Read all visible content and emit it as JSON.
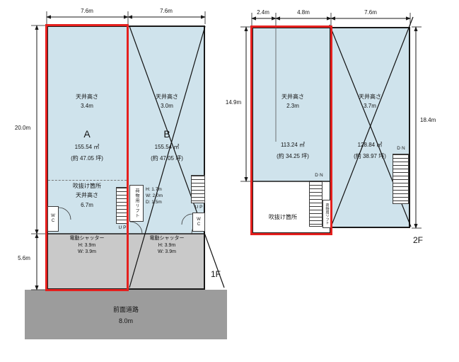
{
  "colors": {
    "floor_fill": "#cfe3ec",
    "void_fill": "#ffffff",
    "shutter_fill": "#c9c9c9",
    "road_fill": "#9c9c9c",
    "red_outline": "#e5201e",
    "line": "#1a1a1a"
  },
  "floor1": {
    "label": "1F",
    "dims": {
      "top_a": "7.6m",
      "top_b": "7.6m",
      "left_total": "20.0m",
      "left_lower": "5.6m"
    },
    "road": {
      "label": "前面道路",
      "value": "8.0m"
    },
    "unit_a": {
      "ceiling_label": "天井高さ",
      "ceiling_value": "3.4m",
      "name": "A",
      "area": "155.54 ㎡",
      "area_tsubo": "(約 47.05 坪)",
      "void_label": "吹抜け箇所",
      "void_ceiling_label": "天井高さ",
      "void_ceiling_value": "6.7m",
      "wc": "WC",
      "stairs": "UP",
      "shutter_label": "電動シャッター",
      "shutter_h": "H: 3.9m",
      "shutter_w": "W: 3.9m"
    },
    "unit_b": {
      "ceiling_label": "天井高さ",
      "ceiling_value": "3.0m",
      "name": "B",
      "area": "155.54 ㎡",
      "area_tsubo": "(約 47.05 坪)",
      "lift_label": "荷物用リフト",
      "lift_h": "H: 1.7m",
      "lift_w": "W: 2.0m",
      "lift_d": "D: 1.5m",
      "wc": "WC",
      "stairs": "UP",
      "shutter_label": "電動シャッター",
      "shutter_h": "H: 3.9m",
      "shutter_w": "W: 3.9m"
    }
  },
  "floor2": {
    "label": "2F",
    "dims": {
      "top_1": "2.4m",
      "top_2": "4.8m",
      "top_3": "7.6m",
      "left": "14.9m",
      "right": "18.4m"
    },
    "unit_left": {
      "ceiling_label": "天井高さ",
      "ceiling_value": "2.3m",
      "area": "113.24 ㎡",
      "area_tsubo": "(約 34.25 坪)",
      "void_label": "吹抜け箇所",
      "stairs": "DN"
    },
    "unit_right": {
      "ceiling_label": "天井高さ",
      "ceiling_value": "3.7m",
      "area": "128.84 ㎡",
      "area_tsubo": "(約 38.97 坪)",
      "stairs": "DN",
      "lift_label": "荷物用リフト"
    }
  }
}
